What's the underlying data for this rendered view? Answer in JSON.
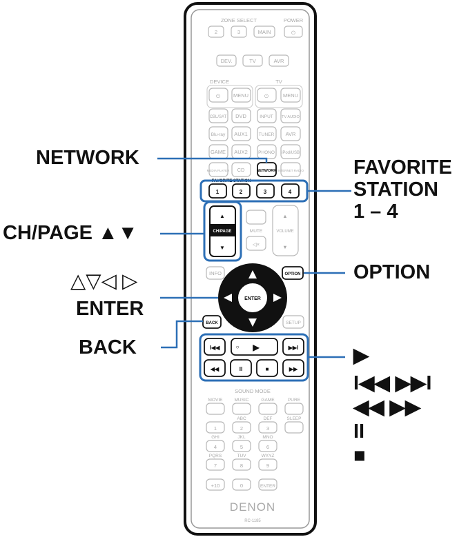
{
  "callouts": {
    "network": "NETWORK",
    "ch_page": "CH/PAGE ▲▼",
    "cursor": "△▽◁ ▷",
    "enter": "ENTER",
    "back": "BACK",
    "favorite_1": "FAVORITE",
    "favorite_2": "STATION",
    "favorite_3": "1 – 4",
    "option": "OPTION",
    "play": "▶",
    "skip": "I◀◀ ▶▶I",
    "search": "◀◀ ▶▶",
    "pause": "II",
    "stop": "■"
  },
  "remote": {
    "zone_select": "ZONE SELECT",
    "power": "POWER",
    "zone_2": "2",
    "zone_3": "3",
    "zone_main": "MAIN",
    "dev": "DEV.",
    "tv": "TV",
    "avr": "AVR",
    "device": "DEVICE",
    "tv_group": "TV",
    "menu": "MENU",
    "menu_tv": "MENU",
    "cbl_sat": "CBL/SAT",
    "dvd": "DVD",
    "input": "INPUT",
    "tv_audio": "TV AUDIO",
    "bluray": "Blu-ray",
    "aux1": "AUX1",
    "tuner": "TUNER",
    "avr_src": "AVR",
    "game": "GAME",
    "aux2": "AUX2",
    "phono": "PHONO",
    "ipod_usb": "iPod/USB",
    "media_player": "MEDIA PLAYER",
    "cd": "CD",
    "network": "NETWORK",
    "internet_radio": "INTERNET RADIO",
    "favorite_station": "FAVORITE STATION",
    "fav_1": "1",
    "fav_2": "2",
    "fav_3": "3",
    "fav_4": "4",
    "info": "INFO",
    "option": "OPTION",
    "enter": "ENTER",
    "back": "BACK",
    "setup": "SETUP",
    "ch_page": "CH/PAGE",
    "mute": "MUTE",
    "volume": "VOLUME",
    "sound_mode": "SOUND MODE",
    "movie": "MOVIE",
    "music": "MUSIC",
    "game_mode": "GAME",
    "pure": "PURE",
    "sleep": "SLEEP",
    "num_1": "1",
    "num_2": "2",
    "num_3": "3",
    "num_4": "4",
    "num_5": "5",
    "num_6": "6",
    "num_7": "7",
    "num_8": "8",
    "num_9": "9",
    "num_0": "0",
    "plus10": "+10",
    "enter_num": "ENTER",
    "abc": "ABC",
    "def": "DEF",
    "ghi": "GHI",
    "jkl": "JKL",
    "mno": "MNO",
    "pqrs": "PQRS",
    "tuv": "TUV",
    "wxyz": "WXYZ",
    "brand": "DENON",
    "model": "RC-1185"
  },
  "colors": {
    "leader_line": "#2c6fb6",
    "highlight_frame": "#2c6fb6",
    "remote_outline": "#111111",
    "remote_keys": "#b8b8b8"
  }
}
